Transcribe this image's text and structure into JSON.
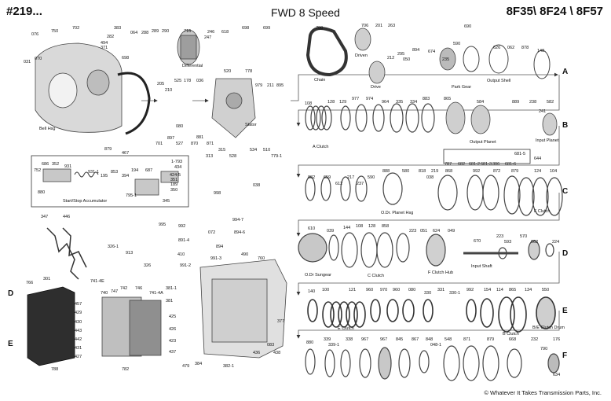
{
  "header": {
    "code": "#219...",
    "title": "FWD 8 Speed",
    "models": "8F35\\ 8F24 \\ 8F57"
  },
  "copyright": "© Whatever It Takes Transmission Parts, Inc.",
  "section_letters": [
    "A",
    "B",
    "C",
    "D",
    "E",
    "F"
  ],
  "left_letters": [
    "D",
    "E"
  ],
  "captions": {
    "bell_hsg": "Bell Hsg",
    "differential": "Differential",
    "stator": "Stator",
    "chain": "Chain",
    "driven": "Driven",
    "drive": "Drive",
    "park_gear": "Park Gear",
    "output_shell": "Output Shell",
    "a_clutch": "A Clutch",
    "output_planet": "Output Planet",
    "input_planet": "Input Planet",
    "start_stop": "Start/Stop Accumulator",
    "odr_planet_hsg": "O.Dr. Planet Hsg",
    "f_clutch": "F Clutch",
    "odr_sungear": "O.Dr Sungear",
    "c_clutch": "C Clutch",
    "f_clutch_hub": "F Clutch Hub",
    "input_shaft": "Input Shaft",
    "e_clutch": "E Clutch",
    "b_clutch": "B Clutch",
    "be_clutch_drum": "B/E Clutch Drum"
  },
  "part_numbers": {
    "top_left": [
      "076",
      "750",
      "702",
      "383",
      "494",
      "371",
      "282",
      "698",
      "064",
      "288",
      "289",
      "290",
      "716",
      "246",
      "247",
      "618",
      "698",
      "699",
      "031",
      "070",
      "700",
      "706",
      "201",
      "263",
      "212",
      "295",
      "050",
      "894",
      "674",
      "235",
      "590",
      "690",
      "626",
      "062",
      "878",
      "148"
    ],
    "row_a": [
      "205",
      "210",
      "525",
      "178",
      "036",
      "520",
      "778",
      "979",
      "211",
      "895",
      "108",
      "128",
      "129",
      "977",
      "974",
      "964",
      "335",
      "334",
      "883",
      "865",
      "584",
      "889",
      "238",
      "582",
      "241"
    ],
    "mid_left": [
      "701",
      "897",
      "080",
      "527",
      "870",
      "881",
      "871",
      "313",
      "315",
      "528",
      "534",
      "510",
      "779-1",
      "038",
      "998",
      "994-7",
      "467",
      "752",
      "686",
      "352",
      "931",
      "931-1",
      "195",
      "853",
      "394",
      "194",
      "687",
      "1-793",
      "434",
      "424-5",
      "351",
      "189",
      "350",
      "795-1",
      "345",
      "880",
      "879"
    ],
    "row_b": [
      "787",
      "682",
      "681-2",
      "681-3",
      "306",
      "681-6",
      "681-5",
      "644"
    ],
    "row_c": [
      "882",
      "659",
      "612",
      "217",
      "237",
      "590",
      "888",
      "580",
      "818",
      "219",
      "038",
      "868",
      "992",
      "872",
      "879",
      "124",
      "104"
    ],
    "mid": [
      "347",
      "446",
      "995",
      "992",
      "072",
      "894-6",
      "891-4",
      "894",
      "326-1",
      "913",
      "326",
      "410",
      "991-3",
      "991-2",
      "490",
      "760",
      "741-4E"
    ],
    "row_d": [
      "610",
      "039",
      "144",
      "108",
      "128",
      "858",
      "223",
      "051",
      "624",
      "049",
      "670",
      "223",
      "593",
      "570",
      "062",
      "224"
    ],
    "bottom_left": [
      "766",
      "301",
      "740",
      "747",
      "742",
      "746",
      "741-4A",
      "381-1",
      "381",
      "457",
      "429",
      "430",
      "443",
      "442",
      "431",
      "427",
      "425",
      "426",
      "423",
      "437",
      "788",
      "782",
      "479",
      "384",
      "382-1",
      "377",
      "083",
      "436",
      "438"
    ],
    "row_e": [
      "140",
      "100",
      "121",
      "960",
      "970",
      "960",
      "080",
      "330",
      "331",
      "330-1",
      "992",
      "154",
      "114",
      "865",
      "134",
      "550"
    ],
    "row_f": [
      "880",
      "339",
      "339-1",
      "338",
      "967",
      "967",
      "845",
      "867",
      "848",
      "048-1",
      "548",
      "871",
      "879",
      "668",
      "232",
      "790",
      "176",
      "634"
    ]
  }
}
